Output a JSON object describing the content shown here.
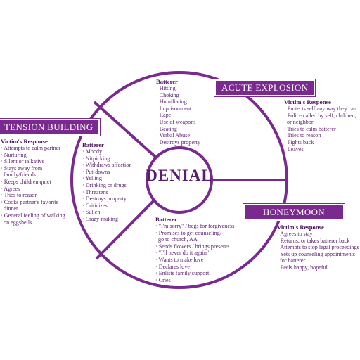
{
  "colors": {
    "purple": "#7a2a8f",
    "text": "#5a1e6e"
  },
  "center": "DENIAL",
  "stages": {
    "acute": "ACUTE EXPLOSION",
    "tension": "TENSION BUILDING",
    "honeymoon": "HONEYMOON"
  },
  "top_batterer": {
    "heading": "Batterer",
    "items": [
      "Hitting",
      "Choking",
      "Humiliating",
      "Imprisonment",
      "Rape",
      "Use of weapons",
      "Beating",
      "Verbal Abuse",
      "Destroys property"
    ]
  },
  "left_batterer": {
    "heading": "Batterer",
    "items": [
      "Moody",
      "Nitpicking",
      "Withdraws affection",
      "Put-downs",
      "Yelling",
      "Drinking or drugs",
      "Threatens",
      "Destroys property",
      "Criticizes",
      "Sullen",
      "Crazy-making"
    ]
  },
  "bottom_batterer": {
    "heading": "Batterer",
    "items": [
      "\"I'm sorry\" / begs for forgiveness",
      "Promises to get counseling/",
      "go to church, AA",
      "Sends flowers / brings presents",
      "\"I'll never do it again\"",
      "Wants to make love",
      "Declares love",
      "Enlists family support",
      "Cries"
    ]
  },
  "acute_victim": {
    "heading": "Victim's Response",
    "items": [
      "Protects self any way they can",
      "Police called by self, children,",
      "or neighbor",
      "Tries to calm batterer",
      "Tries to reason",
      "Fights back",
      "Leaves"
    ]
  },
  "tension_victim": {
    "heading": "Victim's Response",
    "items": [
      "Attempts to calm partner",
      "Nurturing",
      "Silent or talkative",
      "Stays away from",
      "family/friends",
      "Keeps children quiet",
      "Agrees",
      "Tries to reason",
      "Cooks partner's favorite",
      "dinner",
      "General feeling of walking",
      "on eggshells"
    ]
  },
  "honeymoon_victim": {
    "heading": "Victim's Response",
    "items": [
      "Agrees to stay",
      "Returns, or takes batterer back",
      "Attempts to stop legal proceedings",
      "Sets up counseling appointments",
      "for batterer",
      "Feels happy, hopeful"
    ]
  }
}
